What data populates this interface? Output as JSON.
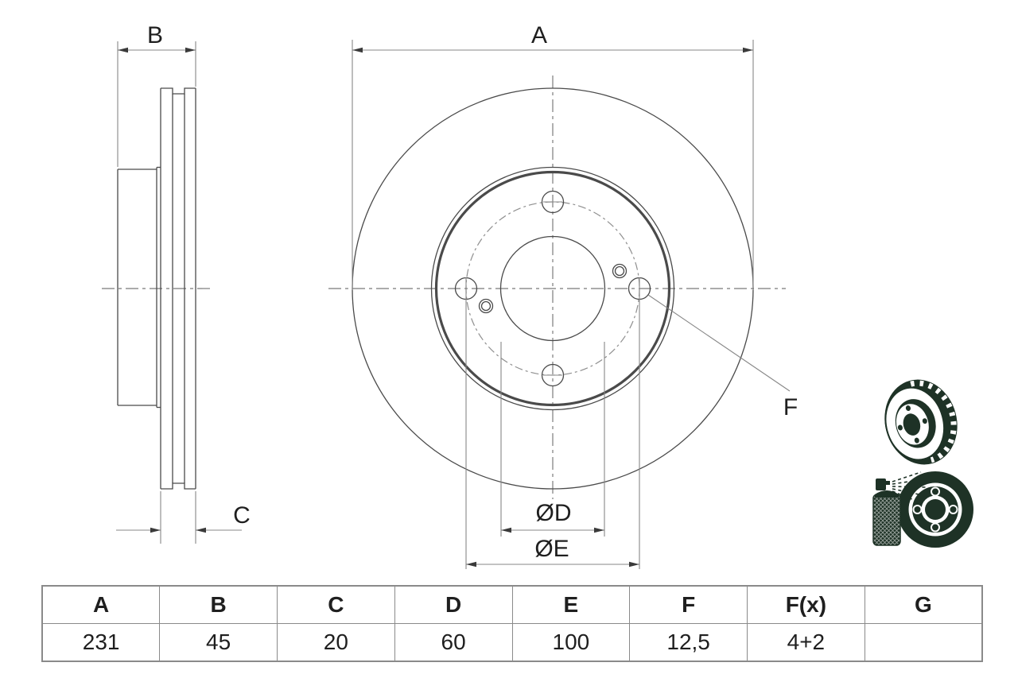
{
  "drawing": {
    "labels": {
      "A": "A",
      "B": "B",
      "C": "C",
      "F": "F",
      "dD": "ØD",
      "dE": "ØE"
    }
  },
  "table": {
    "headers": [
      "A",
      "B",
      "C",
      "D",
      "E",
      "F",
      "F(x)",
      "G"
    ],
    "values": [
      "231",
      "45",
      "20",
      "60",
      "100",
      "12,5",
      "4+2",
      ""
    ]
  },
  "icons": {
    "top": "vented-disc-3d-icon",
    "bottom": "spray-coating-icon"
  },
  "colors": {
    "c-line": "#4a4a4a",
    "c-dim": "#878787",
    "c-center": "#8f8f8f",
    "c-arrow": "#3a3a3a",
    "c-text": "#1f1f1f",
    "c-table": "#8a8a8a",
    "c-icon": "#1e3226",
    "c-bg": "#ffffff"
  }
}
